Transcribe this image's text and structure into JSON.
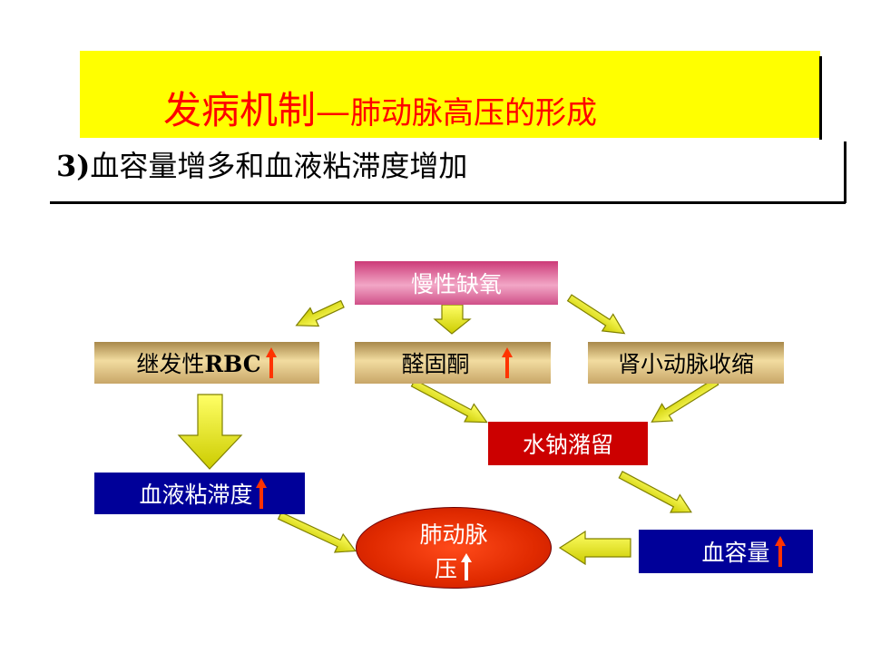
{
  "title": {
    "main": "发病机制",
    "dash": "—",
    "sub": "肺动脉高压的形成"
  },
  "subtitle": {
    "number": "3)",
    "text": "血容量增多和血液粘滞度增加"
  },
  "nodes": {
    "hypoxia": "慢性缺氧",
    "rbc_prefix": "继发性",
    "rbc_suffix": "RBC",
    "aldosterone": "醛固酮",
    "renal_artery": "肾小动脉收缩",
    "sodium_retention": "水钠潴留",
    "viscosity": "血液粘滞度",
    "pa_pressure_line1": "肺动脉",
    "pa_pressure_line2": "压",
    "blood_volume": "血容量"
  },
  "colors": {
    "title_bar": "#ffff00",
    "title_text": "#ff0000",
    "arrow_yellow": "#ffff33",
    "up_arrow_red": "#ff3300",
    "navy_box": "#000099",
    "red_box": "#cc0000"
  },
  "icons": {
    "increase": "up-arrow-icon",
    "flow": "block-arrow-icon"
  }
}
